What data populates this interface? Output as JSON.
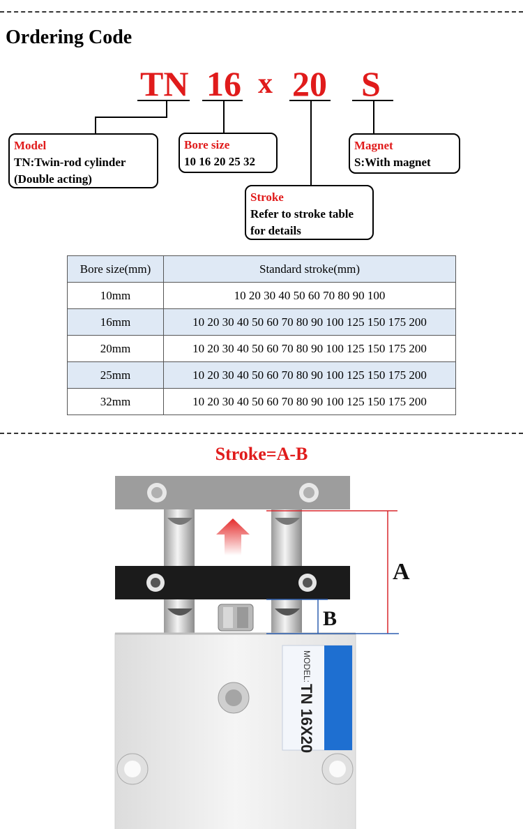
{
  "title": "Ordering Code",
  "code": {
    "model": "TN",
    "bore": "16",
    "sep": "x",
    "stroke": "20",
    "magnet": "S"
  },
  "boxes": {
    "model": {
      "title": "Model",
      "line1": "TN:Twin-rod cylinder",
      "line2": "(Double acting)"
    },
    "bore": {
      "title": "Bore size",
      "line1": "10 16 20 25 32"
    },
    "magnet": {
      "title": "Magnet",
      "line1": "S:With magnet"
    },
    "stroke": {
      "title": "Stroke",
      "line1": "Refer to stroke table",
      "line2": "for details"
    }
  },
  "table": {
    "headers": [
      "Bore size(mm)",
      "Standard stroke(mm)"
    ],
    "rows": [
      [
        "10mm",
        "10 20 30 40 50 60 70 80 90 100"
      ],
      [
        "16mm",
        "10 20 30 40 50 60 70 80 90 100 125 150 175 200"
      ],
      [
        "20mm",
        "10 20 30 40 50 60 70 80 90 100 125 150 175 200"
      ],
      [
        "25mm",
        "10 20 30 40 50 60 70 80 90 100 125 150 175 200"
      ],
      [
        "32mm",
        "10 20 30 40 50 60 70 80 90 100 125 150 175 200"
      ]
    ]
  },
  "formula": "Stroke=A-B",
  "figure": {
    "label_a": "A",
    "label_b": "B",
    "plate_model": "MODEL:",
    "plate_value": "TN 16X20"
  },
  "colors": {
    "accent": "#e01b1b",
    "table_alt": "#dfe9f5",
    "dim_a": "#d9262c",
    "dim_b": "#2d5fb0",
    "plate_blue": "#1e6fd1"
  }
}
